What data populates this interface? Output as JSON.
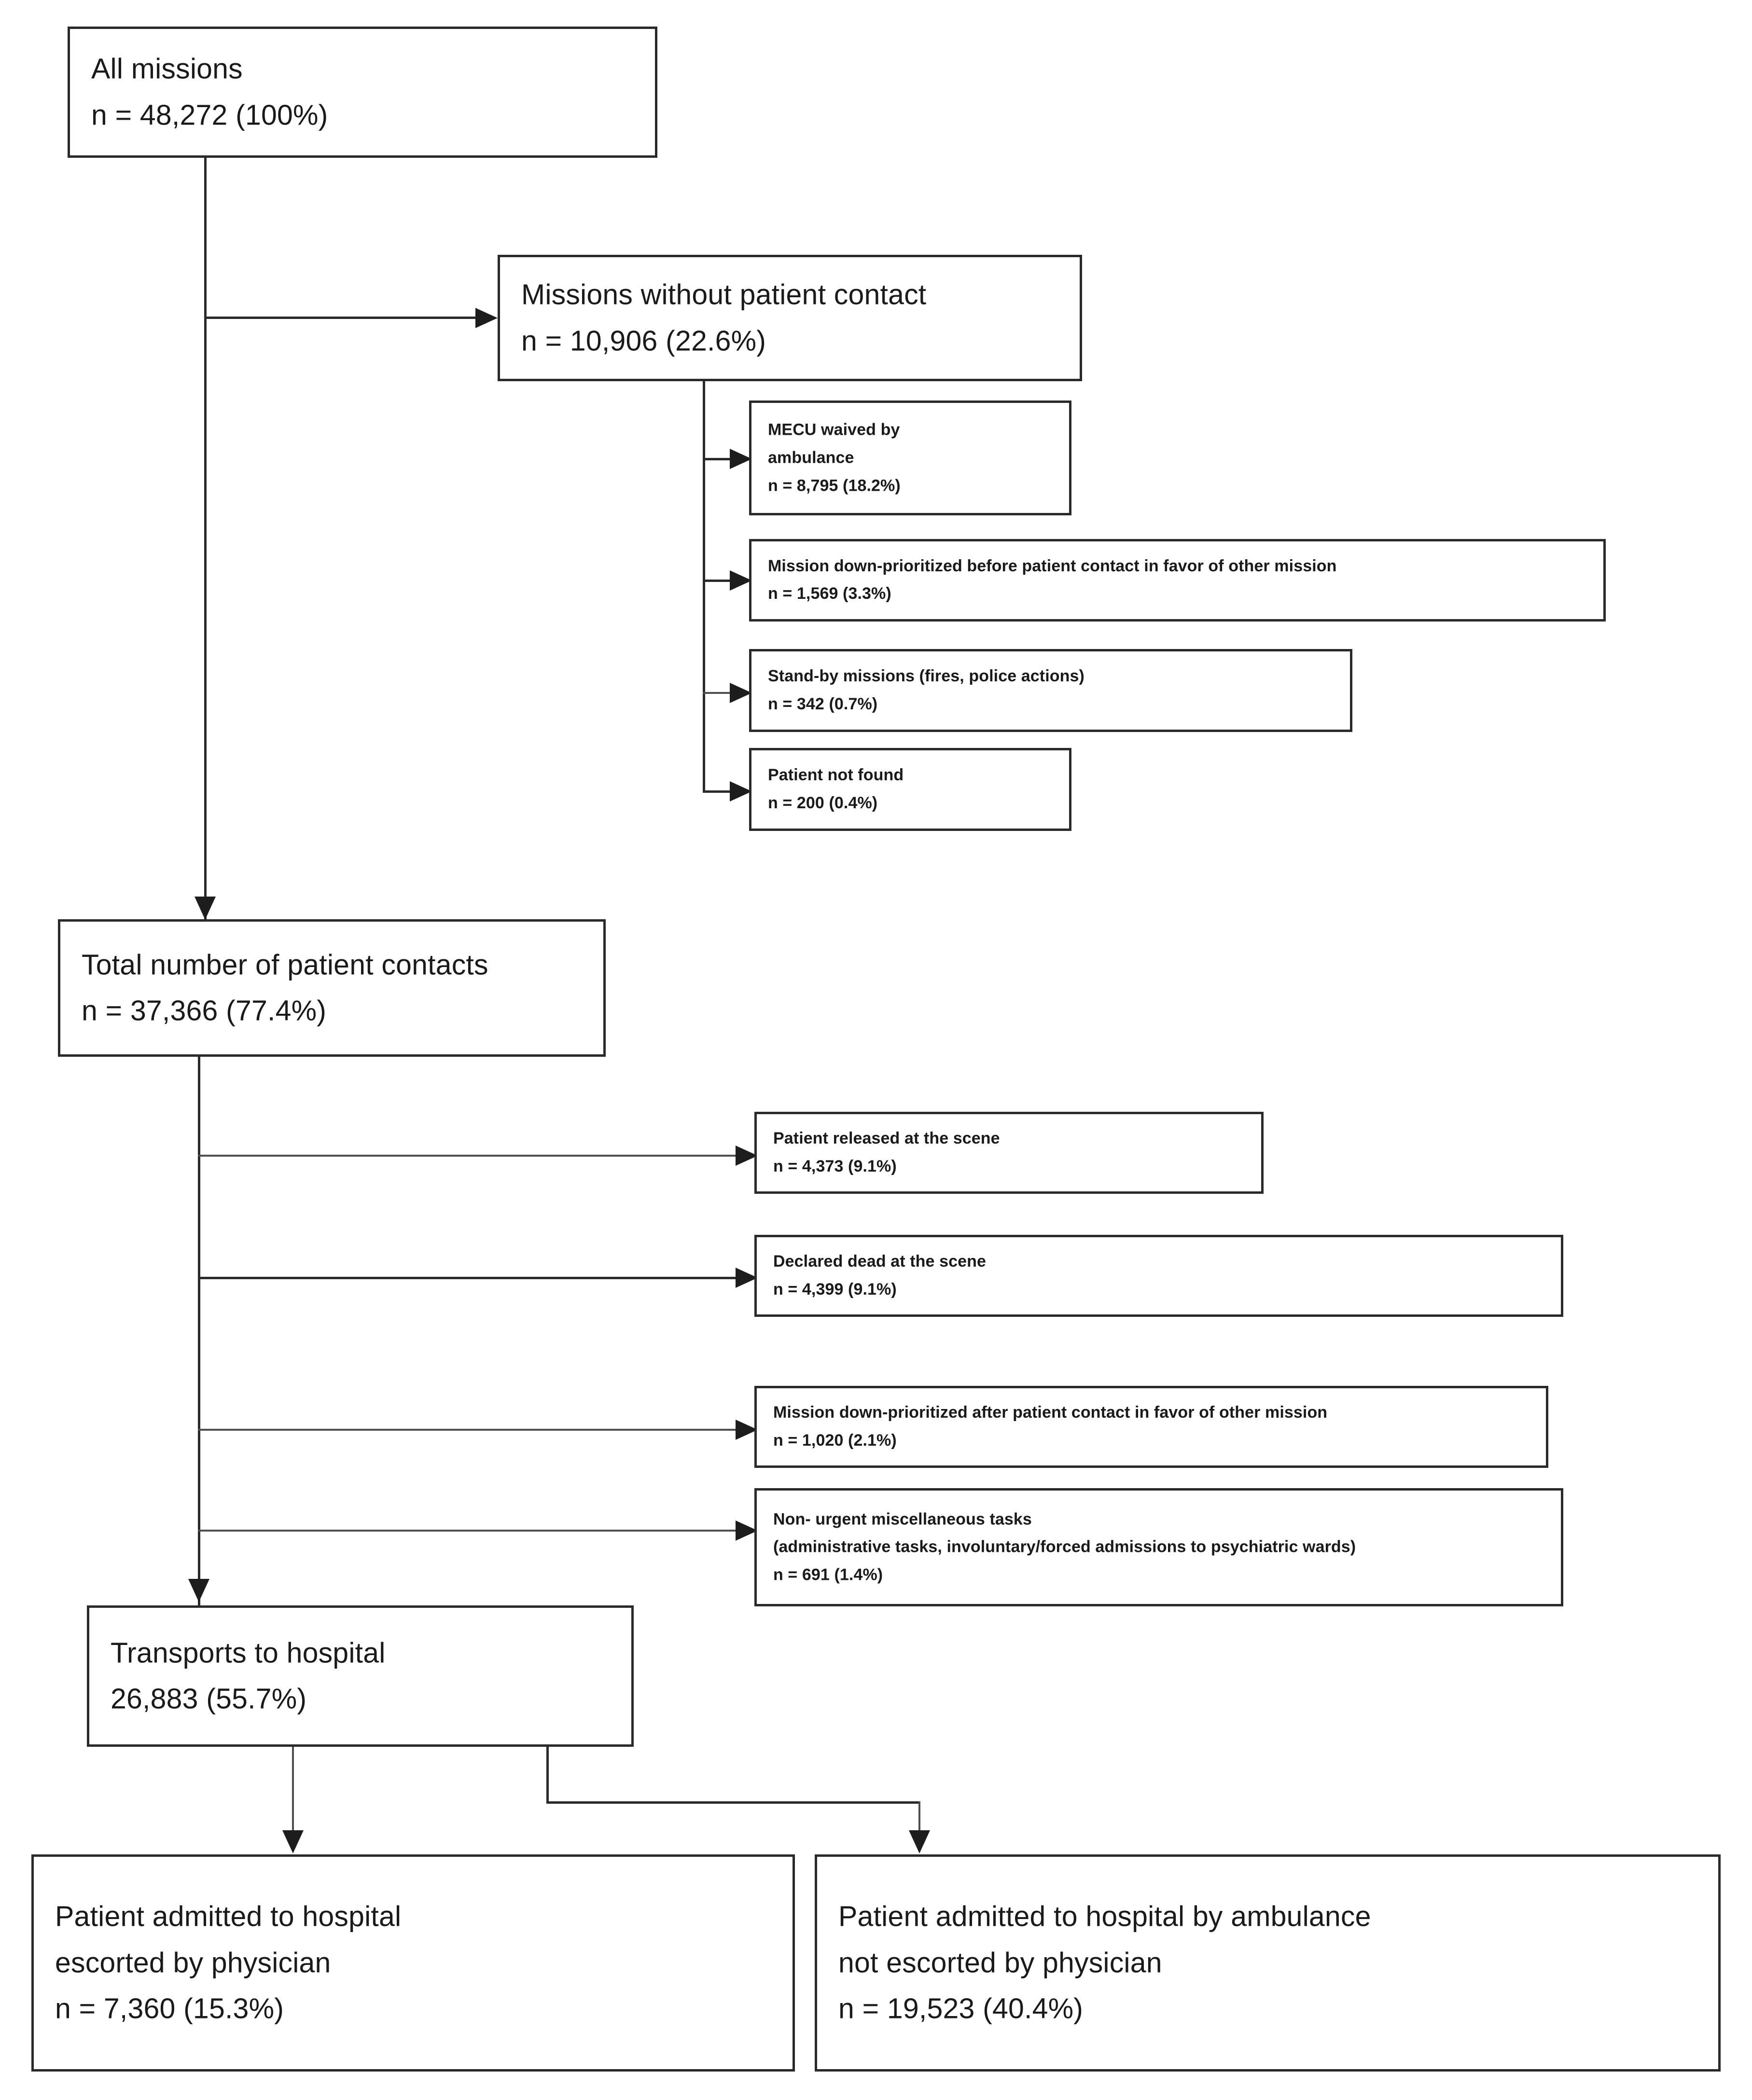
{
  "diagram": {
    "type": "flowchart",
    "title": "MECU mission patient-flow diagram",
    "nodes": {
      "all_missions": {
        "label": "All missions",
        "count": "n = 48,272 (100%)"
      },
      "no_contact": {
        "label": "Missions without patient contact",
        "count": "n = 10,906 (22.6%)"
      },
      "mecu_waived": {
        "line1": "MECU waived by",
        "line2": "ambulance",
        "count": "n = 8,795 (18.2%)"
      },
      "down_prio_before": {
        "label": "Mission down-prioritized before patient contact in favor of other mission",
        "count": "n = 1,569 (3.3%)"
      },
      "standby": {
        "label": "Stand-by missions (fires, police actions)",
        "count": "n = 342 (0.7%)"
      },
      "not_found": {
        "label": "Patient not found",
        "count": "n = 200 (0.4%)"
      },
      "total_contacts": {
        "label": "Total number of patient contacts",
        "count": "n = 37,366 (77.4%)"
      },
      "released": {
        "label": "Patient released at the scene",
        "count": "n = 4,373 (9.1%)"
      },
      "dead": {
        "label": "Declared dead at the scene",
        "count": "n = 4,399 (9.1%)"
      },
      "down_prio_after": {
        "label": "Mission down-prioritized after patient contact in favor of other mission",
        "count": "n = 1,020 (2.1%)"
      },
      "non_urgent": {
        "line1": "Non- urgent miscellaneous tasks",
        "line2": "(administrative tasks, involuntary/forced admissions to psychiatric wards)",
        "count": "n = 691 (1.4%)"
      },
      "transports": {
        "label": "Transports to hospital",
        "count": "26,883 (55.7%)"
      },
      "admitted_physician": {
        "line1": "Patient admitted to hospital",
        "line2": "escorted by physician",
        "count": "n = 7,360 (15.3%)"
      },
      "admitted_ambulance": {
        "line1": "Patient admitted to hospital by ambulance",
        "line2": "not escorted by physician",
        "count": "n = 19,523 (40.4%)"
      }
    },
    "colors": {
      "stroke": "#2a2a2a",
      "text": "#1a1a1a",
      "background": "#ffffff"
    }
  }
}
